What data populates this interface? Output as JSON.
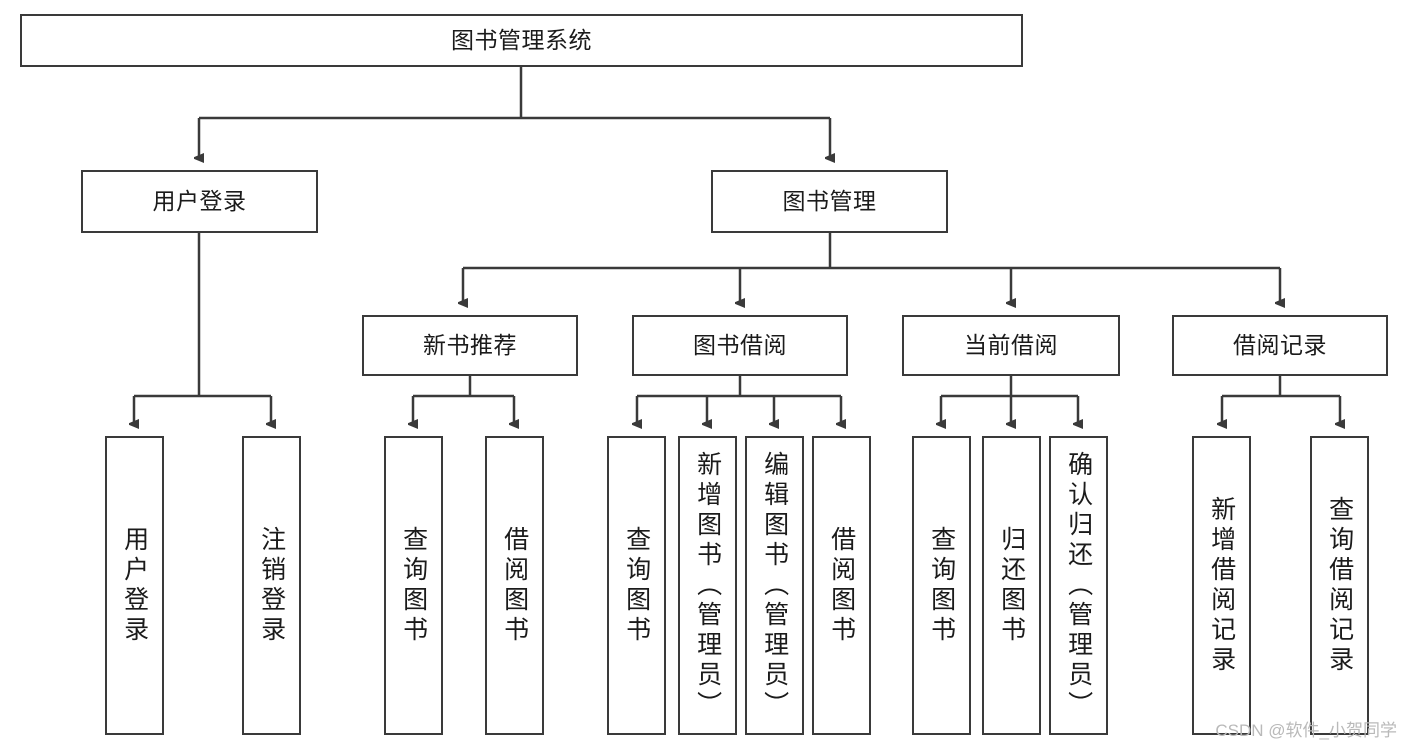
{
  "diagram": {
    "title": "图书管理系统",
    "type": "tree-hierarchy",
    "watermark": "CSDN @软件_小贺同学",
    "colors": {
      "border": "#3a3a3a",
      "text": "#1b1b1b",
      "background": "#ffffff",
      "connector": "#3a3a3a",
      "watermark": "#b9b9b9"
    },
    "root": {
      "label": "图书管理系统"
    },
    "level2": [
      {
        "label": "用户登录"
      },
      {
        "label": "图书管理"
      }
    ],
    "level3": [
      {
        "label": "新书推荐"
      },
      {
        "label": "图书借阅"
      },
      {
        "label": "当前借阅"
      },
      {
        "label": "借阅记录"
      }
    ],
    "leaves": {
      "user_login": [
        {
          "label": "用户登录"
        },
        {
          "label": "注销登录"
        }
      ],
      "new_book_recommend": [
        {
          "label": "查询图书"
        },
        {
          "label": "借阅图书"
        }
      ],
      "book_borrow": [
        {
          "label": "查询图书"
        },
        {
          "label": "新增图书（管理员）"
        },
        {
          "label": "编辑图书（管理员）"
        },
        {
          "label": "借阅图书"
        }
      ],
      "current_borrow": [
        {
          "label": "查询图书"
        },
        {
          "label": "归还图书"
        },
        {
          "label": "确认归还（管理员）"
        }
      ],
      "borrow_record": [
        {
          "label": "新增借阅记录"
        },
        {
          "label": "查询借阅记录"
        }
      ]
    }
  }
}
